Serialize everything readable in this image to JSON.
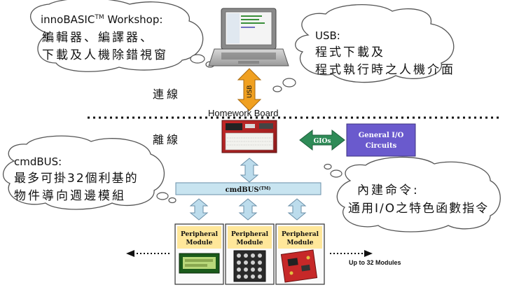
{
  "cloud_workshop": {
    "title": "innoBASIC",
    "title_tm": "TM",
    "title_suffix": " Workshop:",
    "line1": "編輯器、編譯器、",
    "line2": "下載及人機除錯視窗"
  },
  "cloud_usb": {
    "title": "USB:",
    "line1": "程式下載及",
    "line2": "程式執行時之人機介面"
  },
  "cloud_cmdbus": {
    "title": "cmdBUS:",
    "line1": "最多可掛32個利基的",
    "line2": "物件導向週邊模組"
  },
  "cloud_builtin": {
    "line1": "內建命令:",
    "line2": "通用I/O之特色函數指令"
  },
  "labels": {
    "online": "連線",
    "offline": "離線",
    "usb_arrow": "USB",
    "homework_board": "Homework Board",
    "gios": "GIOs",
    "general_io": "General I/O",
    "circuits": "Circuits",
    "cmdbus_bar": "cmdBUS",
    "cmdbus_tm": "(TM)",
    "up_to": "Up to 32 Modules"
  },
  "modules": [
    {
      "line1": "Peripheral",
      "line2": "Module"
    },
    {
      "line1": "Peripheral",
      "line2": "Module"
    },
    {
      "line1": "Peripheral",
      "line2": "Module"
    }
  ],
  "colors": {
    "usb_arrow": "#f0a020",
    "gios_arrow": "#2e8b57",
    "general_io_box": "#6a5acd",
    "cmdbus_bar": "#c8e4f0",
    "light_arrow": "#bcdcec",
    "module_label": "#ffe79a"
  }
}
